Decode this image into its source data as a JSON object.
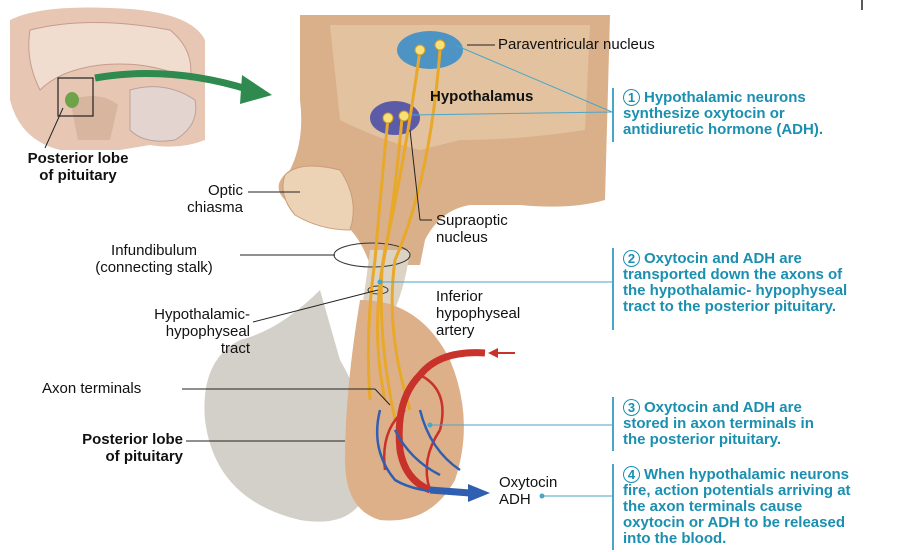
{
  "labels": {
    "posterior_lobe_top": [
      "Posterior lobe",
      "of pituitary"
    ],
    "optic_chiasma": [
      "Optic",
      "chiasma"
    ],
    "infundibulum": [
      "Infundibulum",
      "(connecting stalk)"
    ],
    "tract": [
      "Hypothalamic-",
      "hypophyseal",
      "tract"
    ],
    "axon_terminals": "Axon terminals",
    "posterior_lobe_bottom": [
      "Posterior lobe",
      "of pituitary"
    ],
    "paraventricular": "Paraventricular nucleus",
    "hypothalamus": "Hypothalamus",
    "supraoptic": [
      "Supraoptic",
      "nucleus"
    ],
    "inferior_artery": [
      "Inferior",
      "hypophyseal",
      "artery"
    ],
    "hormones": [
      "Oxytocin",
      "ADH"
    ]
  },
  "steps": [
    {
      "num": "1",
      "lines": [
        "Hypothalamic neurons",
        "synthesize oxytocin or",
        "antidiuretic hormone (ADH)."
      ]
    },
    {
      "num": "2",
      "lines": [
        "Oxytocin and ADH are",
        "transported down the axons of",
        "the hypothalamic- hypophyseal",
        "tract to the posterior pituitary."
      ]
    },
    {
      "num": "3",
      "lines": [
        "Oxytocin and ADH are",
        "stored in axon terminals in",
        "the posterior pituitary."
      ]
    },
    {
      "num": "4",
      "lines": [
        "When hypothalamic neurons",
        "fire, action potentials arriving at",
        "the axon terminals cause",
        "oxytocin or ADH to be released",
        "into the blood."
      ]
    }
  ],
  "colors": {
    "step_text": "#1a8fb0",
    "tissue": "#d9b08a",
    "pituitary": "#d3d0c9",
    "artery": "#c8322a",
    "vein": "#2f5fb0",
    "axon": "#e8a82a"
  }
}
